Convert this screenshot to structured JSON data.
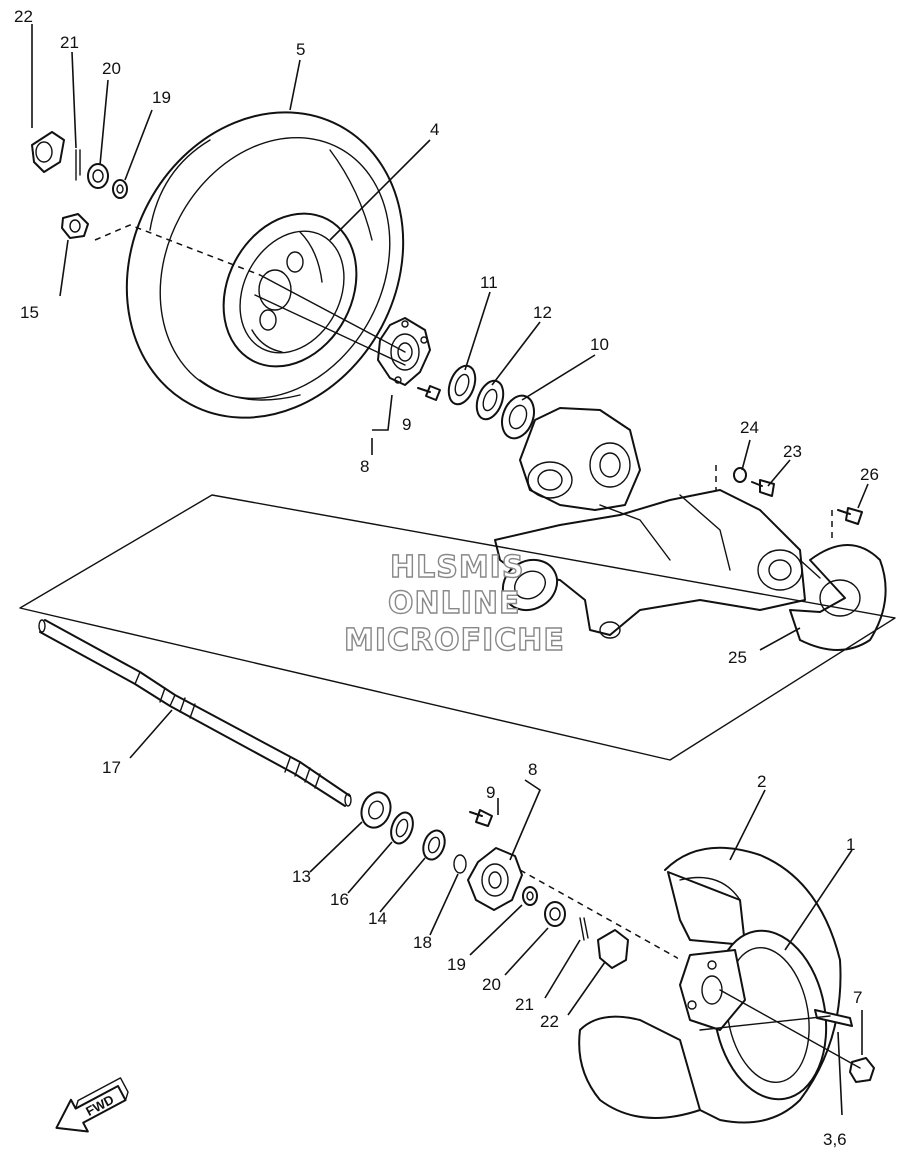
{
  "watermark": {
    "line1": "HLSMIS",
    "line2": "ONLINE",
    "line3": "MICROFICHE"
  },
  "direction_label": "FWD",
  "callouts": {
    "c22a": "22",
    "c21a": "21",
    "c20a": "20",
    "c19a": "19",
    "c5": "5",
    "c4": "4",
    "c15": "15",
    "c11": "11",
    "c12": "12",
    "c10": "10",
    "c9a": "9",
    "c8a": "8",
    "c24": "24",
    "c23": "23",
    "c26": "26",
    "c25": "25",
    "c17": "17",
    "c2": "2",
    "c1": "1",
    "c8b": "8",
    "c9b": "9",
    "c13": "13",
    "c16": "16",
    "c14": "14",
    "c18": "18",
    "c19b": "19",
    "c20b": "20",
    "c21b": "21",
    "c22b": "22",
    "c7": "7",
    "c36": "3,6"
  },
  "icons": {
    "tire": "tire-icon",
    "wheel": "wheel-rim-icon",
    "hub": "hub-icon",
    "axle": "axle-icon",
    "swingarm": "swingarm-icon",
    "bearing": "bearing-icon",
    "nut": "nut-icon",
    "bolt": "bolt-icon",
    "arrow": "fwd-arrow-icon"
  }
}
